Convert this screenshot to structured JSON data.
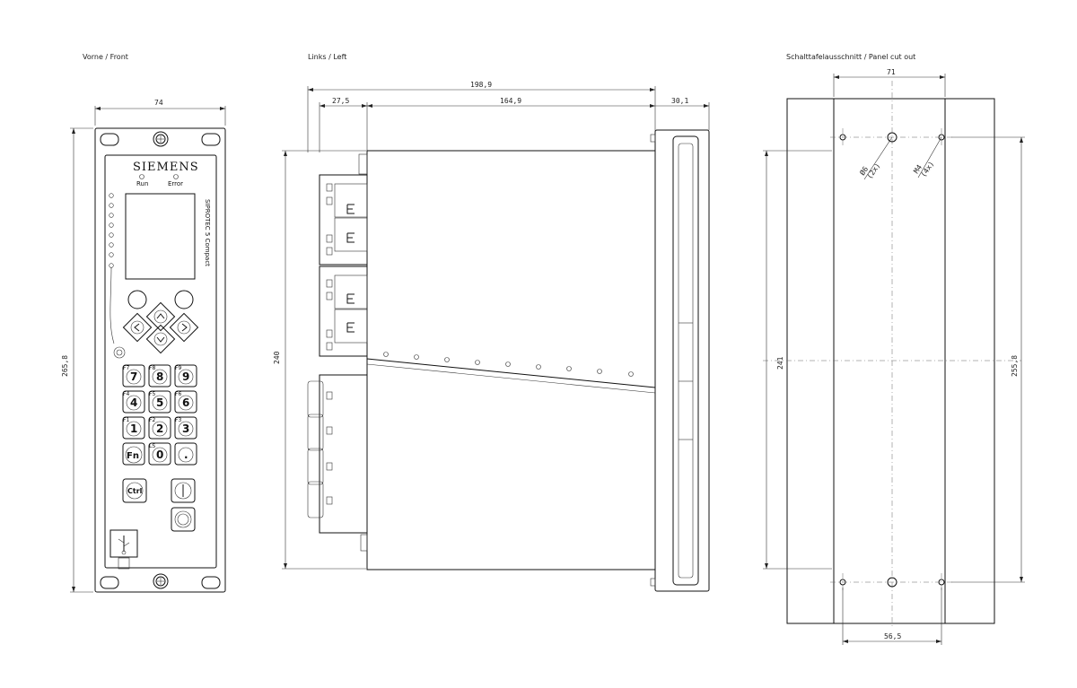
{
  "views": {
    "front_title": "Vorne / Front",
    "left_title": "Links / Left",
    "cutout_title": "Schalttafelausschnitt / Panel cut out"
  },
  "front": {
    "brand": "SIEMENS",
    "led_run": "Run",
    "led_error": "Error",
    "product": "SIPROTEC 5 Compact",
    "keys": [
      "7",
      "8",
      "9",
      "4",
      "5",
      "6",
      "1",
      "2",
      "3",
      "Fn",
      "0",
      "."
    ],
    "fkeys": [
      "F7",
      "F8",
      "F9",
      "F4",
      "F5",
      "F6",
      "F1",
      "F2",
      "F3",
      "",
      "LS",
      ""
    ],
    "ctrl_label": "Ctrl"
  },
  "dimensions": {
    "front_width": "74",
    "front_height": "265,8",
    "side_total": "198,9",
    "side_a": "27,5",
    "side_b": "164,9",
    "side_c": "30,1",
    "side_height": "240",
    "cut_top": "71",
    "cut_height": "241",
    "cut_outer": "255,8",
    "cut_bottom": "56,5",
    "hole_dia": "Ø6",
    "hole_count": "(2x)",
    "thread": "M4",
    "thread_count": "(4x)"
  }
}
